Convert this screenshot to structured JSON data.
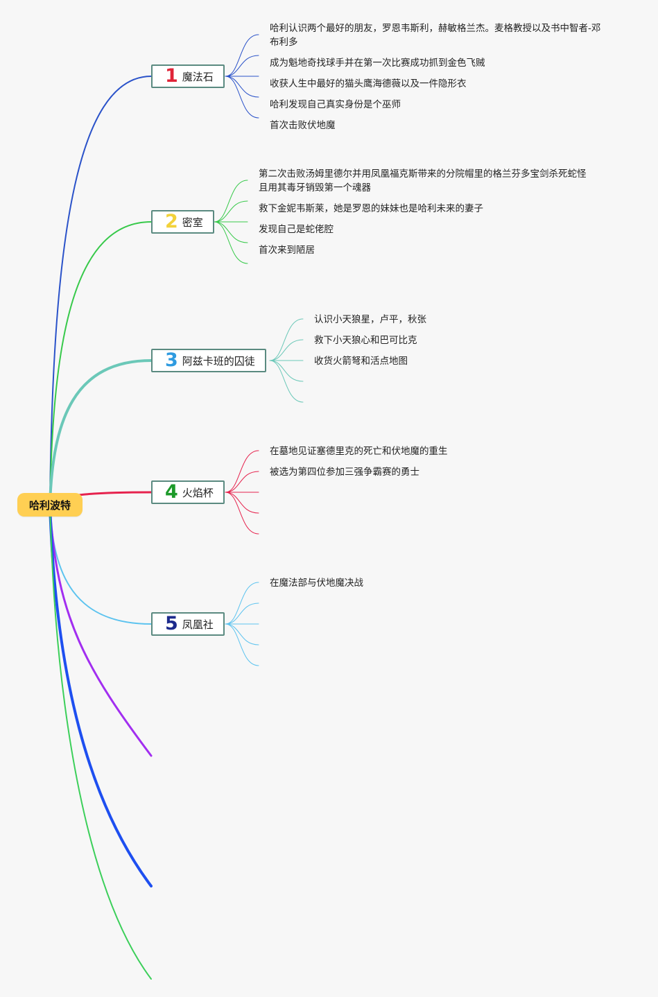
{
  "root": {
    "label": "哈利波特",
    "color": "#ffcf53"
  },
  "branches": [
    {
      "num": "1",
      "label": "魔法石",
      "color": "#2a52c9",
      "num_color": "#e02438",
      "leaves": [
        "哈利认识两个最好的朋友，罗恩韦斯利，赫敏格兰杰。麦格教授以及书中智者-邓",
        "布利多",
        "成为魁地奇找球手并在第一次比赛成功抓到金色飞贼",
        "收获人生中最好的猫头鹰海德薇以及一件隐形衣",
        "哈利发现自己真实身份是个巫师",
        "首次击败伏地魔"
      ]
    },
    {
      "num": "2",
      "label": "密室",
      "color": "#37c94a",
      "num_color": "#f2d23a",
      "leaves": [
        "第二次击败汤姆里德尔并用凤凰福克斯带来的分院帽里的格兰芬多宝剑杀死蛇怪",
        "且用其毒牙销毁第一个魂器",
        "救下金妮韦斯莱，她是罗恩的妹妹也是哈利未来的妻子",
        "发现自己是蛇佬腔",
        "首次来到陋居"
      ]
    },
    {
      "num": "3",
      "label": "阿兹卡班的囚徒",
      "color": "#6bc8b8",
      "num_color": "#2f9be0",
      "leaves": [
        "认识小天狼星，卢平，秋张",
        "救下小天狼心和巴可比克",
        "收货火箭弩和活点地图"
      ]
    },
    {
      "num": "4",
      "label": "火焰杯",
      "color": "#e6224d",
      "num_color": "#1d9a2a",
      "leaves": [
        "在墓地见证塞德里克的死亡和伏地魔的重生",
        "被选为第四位参加三强争霸赛的勇士"
      ]
    },
    {
      "num": "5",
      "label": "凤凰社",
      "color": "#5cc3ef",
      "num_color": "#1c2a8c",
      "leaves": [
        "在魔法部与伏地魔决战"
      ]
    }
  ],
  "extra_branch_colors": [
    "#a22ef0",
    "#1e4ff0",
    "#3ccf5a"
  ]
}
